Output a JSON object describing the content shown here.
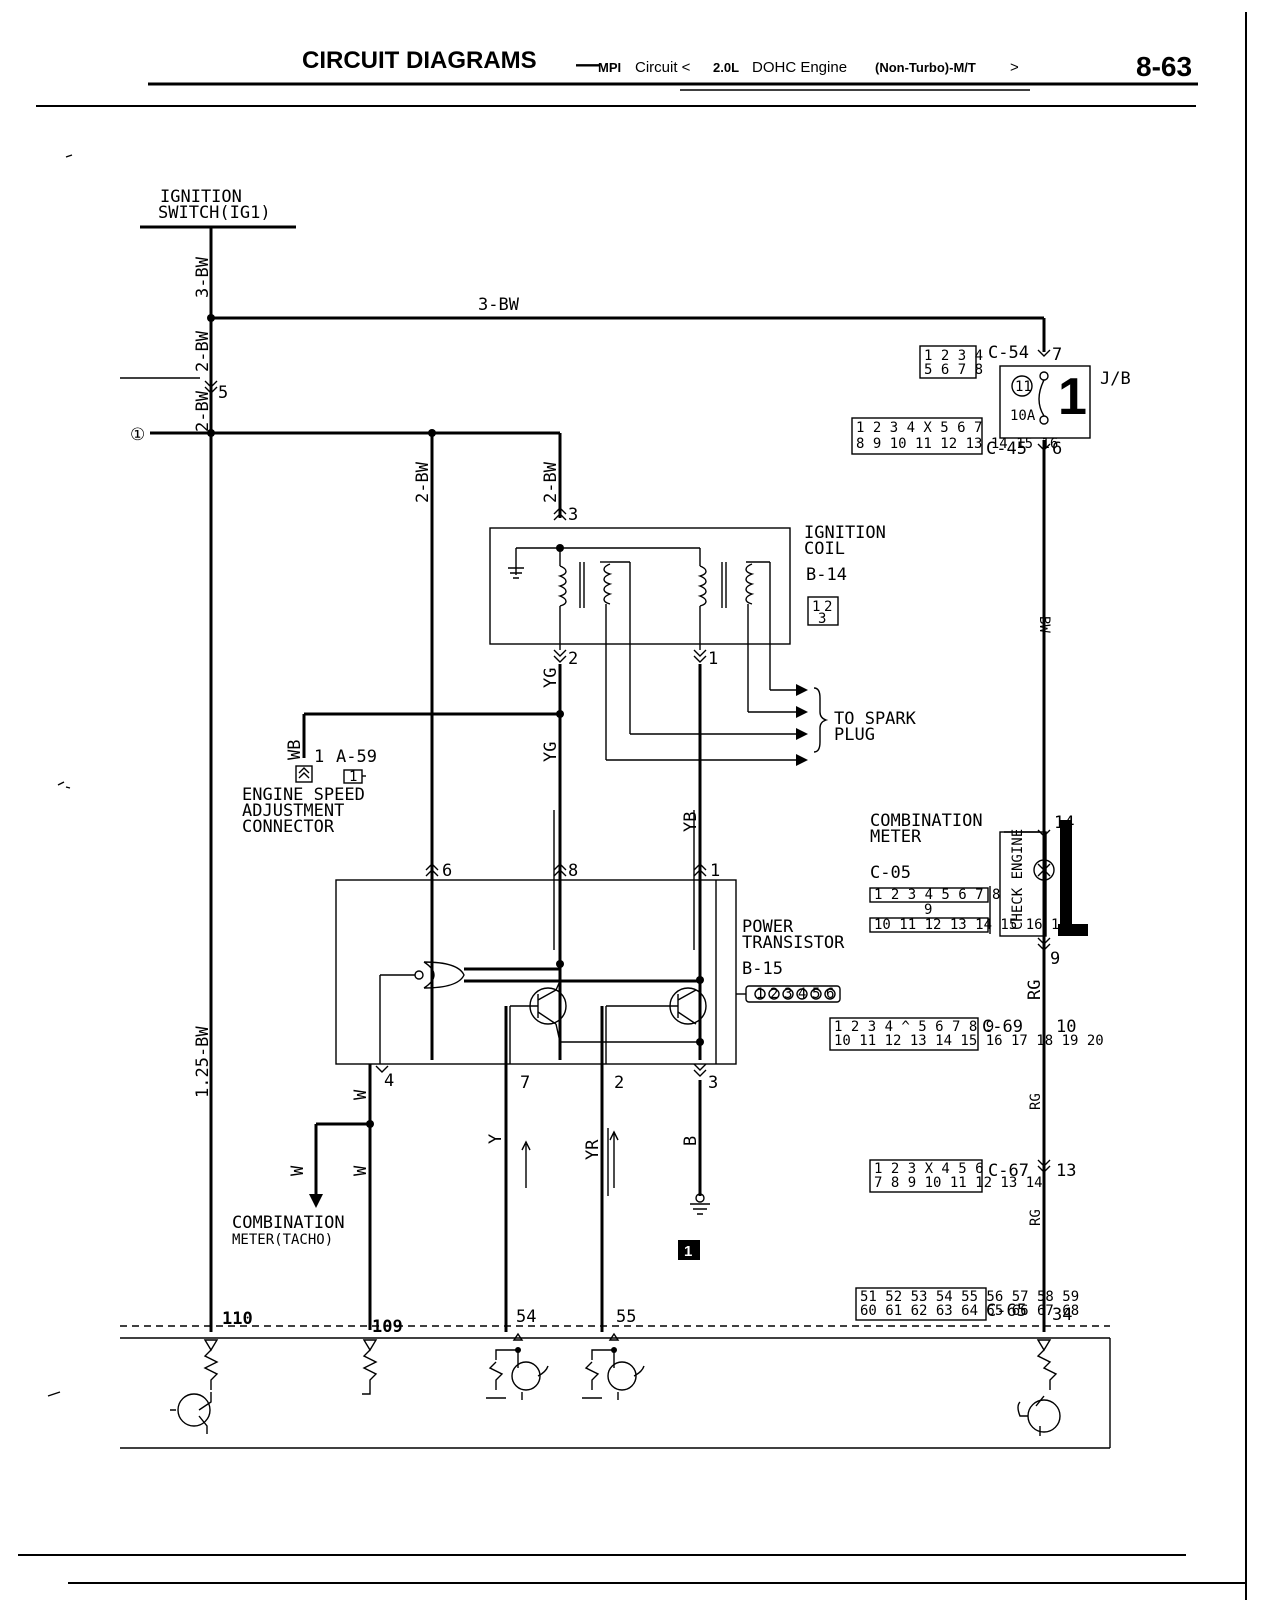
{
  "header": {
    "title": "CIRCUIT DIAGRAMS",
    "dash": "—",
    "mpi": "MPI",
    "circuit": "Circuit <",
    "engine_size": "2.0L",
    "engine_desc": "DOHC Engine",
    "variant": "(Non-Turbo)-M/T",
    "close": ">",
    "page_number": "8-63"
  },
  "labels": {
    "ignition_switch_1": "IGNITION",
    "ignition_switch_2": "SWITCH(IG1)",
    "ignition_coil_1": "IGNITION",
    "ignition_coil_2": "COIL",
    "ignition_coil_conn": "B-14",
    "to_spark_1": "TO SPARK",
    "to_spark_2": "PLUG",
    "esa_pin": "1",
    "esa_conn": "A-59",
    "esa_1": "ENGINE SPEED",
    "esa_2": "ADJUSTMENT",
    "esa_3": "CONNECTOR",
    "comb_meter_1": "COMBINATION",
    "comb_meter_2": "METER",
    "comb_meter_conn": "C-05",
    "check_engine": "CHECK ENGINE",
    "power_tr_1": "POWER",
    "power_tr_2": "TRANSISTOR",
    "power_tr_conn": "B-15",
    "tacho_1": "COMBINATION",
    "tacho_2": "METER(TACHO)",
    "jb": "J/B",
    "jb_big": "1",
    "fuse_no": "11",
    "fuse_rating": "10A",
    "c54": "C-54",
    "c45": "C-45",
    "c69": "C-69",
    "c67": "C-67",
    "c65": "C-65",
    "ground_no": "1",
    "circle_ref": "①",
    "big_one_meter": "1"
  },
  "wires": {
    "w3bw_top": "3-BW",
    "w3bw_vert": "3-BW",
    "w2bw_a": "2-BW",
    "w2bw_b": "2-BW",
    "w2bw_c": "2-BW",
    "w2bw_d": "2-BW",
    "w125bw": "1.25-BW",
    "wb": "WB",
    "yg1": "YG",
    "yg2": "YG",
    "yb": "YB",
    "bw_right": "BW",
    "rg": "RG",
    "rg2": "RG",
    "rg3": "RG",
    "w1": "W",
    "w2": "W",
    "w3": "W",
    "y": "Y",
    "yr": "YR",
    "b": "B"
  },
  "pins": {
    "p5": "5",
    "p3": "3",
    "p2": "2",
    "p1": "1",
    "p6": "6",
    "p8": "8",
    "p1b": "1",
    "p4": "4",
    "p7": "7",
    "p2b": "2",
    "p3b": "3",
    "p7c": "7",
    "p6c": "6",
    "p14": "14",
    "p9": "9",
    "p10": "10",
    "p13": "13",
    "p34": "34",
    "ecu110": "110",
    "ecu109": "109",
    "ecu54": "54",
    "ecu55": "55"
  },
  "connectors": {
    "c54_top": [
      "1",
      "2",
      "3",
      "4"
    ],
    "c54_bot": [
      "5",
      "6",
      "7",
      "8"
    ],
    "c45_top": [
      "1",
      "2",
      "3",
      "4",
      "5",
      "6",
      "7"
    ],
    "c45_bot": [
      "8",
      "9",
      "10",
      "11",
      "12",
      "13",
      "14",
      "15",
      "16"
    ],
    "b14": [
      "1",
      "2",
      "3"
    ],
    "c05_top": [
      "1",
      "2",
      "3",
      "4",
      "5",
      "6",
      "7",
      "8"
    ],
    "c05_mid": "9",
    "c05_bot": [
      "10",
      "11",
      "12",
      "13",
      "14",
      "15",
      "16",
      "1"
    ],
    "b15": [
      "1",
      "2",
      "3",
      "4",
      "5",
      "6"
    ],
    "c69_top": [
      "1",
      "2",
      "3",
      "4",
      "5",
      "6",
      "7",
      "8",
      "9"
    ],
    "c69_bot": [
      "10",
      "11",
      "12",
      "13",
      "14",
      "15",
      "16",
      "17",
      "18",
      "19",
      "20"
    ],
    "c67_top": [
      "1",
      "2",
      "3",
      "4",
      "5",
      "6"
    ],
    "c67_bot": [
      "7",
      "8",
      "9",
      "10",
      "11",
      "12",
      "13",
      "14"
    ],
    "c65_top": [
      "51",
      "52",
      "53",
      "54",
      "55",
      "56",
      "57",
      "58",
      "59"
    ],
    "c65_bot": [
      "60",
      "61",
      "62",
      "63",
      "64",
      "65",
      "66",
      "67",
      "68"
    ]
  }
}
